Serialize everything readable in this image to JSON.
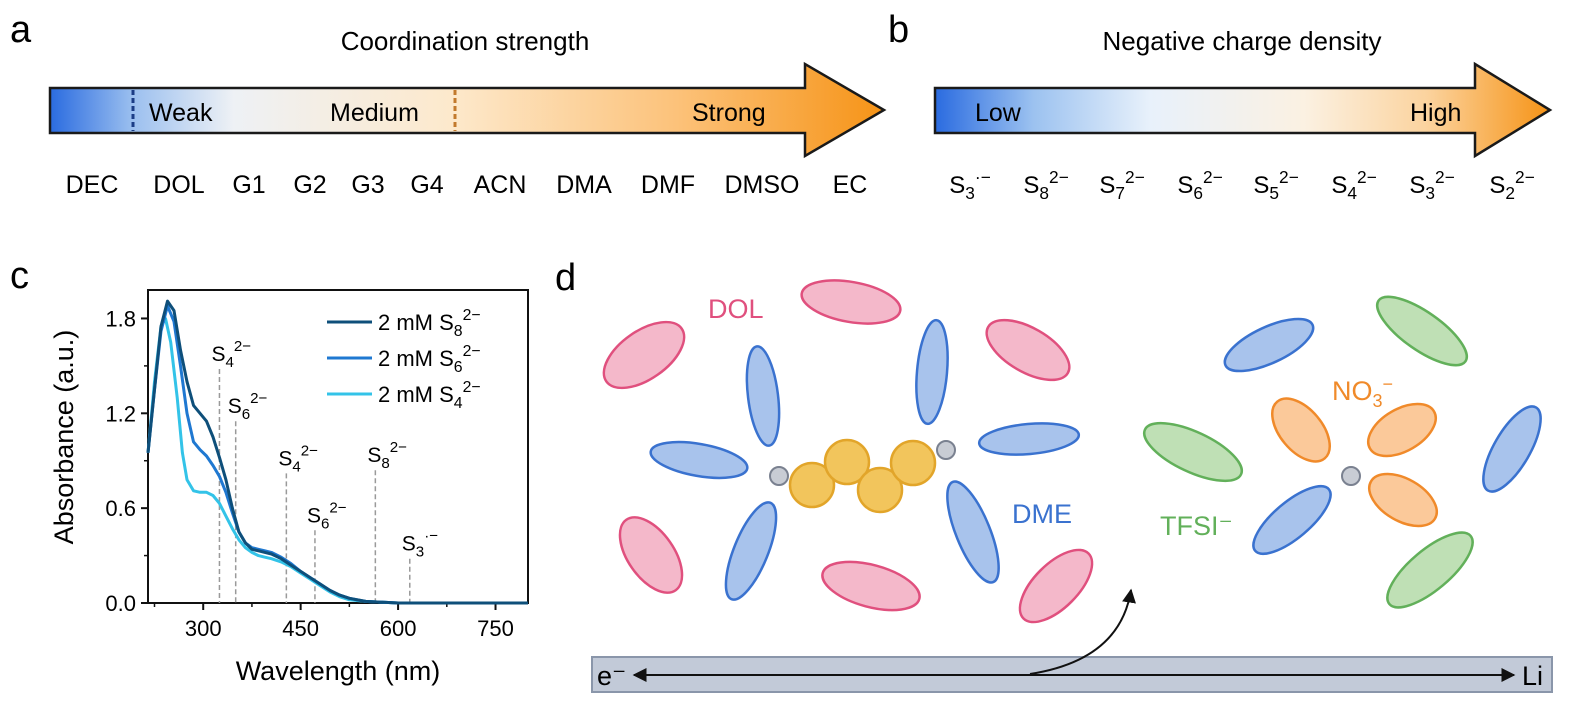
{
  "panel_labels": {
    "a": "a",
    "b": "b",
    "c": "c",
    "d": "d"
  },
  "panel_a": {
    "title": "Coordination strength",
    "levels": [
      "Weak",
      "Medium",
      "Strong"
    ],
    "solvents": [
      "DEC",
      "DOL",
      "G1",
      "G2",
      "G3",
      "G4",
      "ACN",
      "DMA",
      "DMF",
      "DMSO",
      "EC"
    ],
    "colors": {
      "low": "#2f6fe0",
      "mid": "#eeeeee",
      "high": "#f79a1e"
    }
  },
  "panel_b": {
    "title": "Negative charge density",
    "low_label": "Low",
    "high_label": "High",
    "species": [
      {
        "base": "S",
        "sub": "3",
        "sup": "·−"
      },
      {
        "base": "S",
        "sub": "8",
        "sup": "2−"
      },
      {
        "base": "S",
        "sub": "7",
        "sup": "2−"
      },
      {
        "base": "S",
        "sub": "6",
        "sup": "2−"
      },
      {
        "base": "S",
        "sub": "5",
        "sup": "2−"
      },
      {
        "base": "S",
        "sub": "4",
        "sup": "2−"
      },
      {
        "base": "S",
        "sub": "3",
        "sup": "2−"
      },
      {
        "base": "S",
        "sub": "2",
        "sup": "2−"
      }
    ]
  },
  "chart_data": {
    "type": "line",
    "xlabel": "Wavelength (nm)",
    "ylabel": "Absorbance (a.u.)",
    "xlim": [
      215,
      800
    ],
    "ylim": [
      0,
      1.98
    ],
    "xticks": [
      300,
      450,
      600,
      750
    ],
    "yticks": [
      0.0,
      0.6,
      1.2,
      1.8
    ],
    "ytick_labels": [
      "0.0",
      "0.6",
      "1.2",
      "1.8"
    ],
    "legend_position": "top-right",
    "series": [
      {
        "name": "2 mM S8 2−",
        "legend": {
          "text": "2 mM S",
          "sub": "8",
          "sup": "2−"
        },
        "color": "#0e4f7a",
        "points": [
          [
            215,
            0.95
          ],
          [
            225,
            1.35
          ],
          [
            235,
            1.75
          ],
          [
            245,
            1.91
          ],
          [
            255,
            1.85
          ],
          [
            265,
            1.6
          ],
          [
            275,
            1.4
          ],
          [
            285,
            1.25
          ],
          [
            295,
            1.2
          ],
          [
            305,
            1.15
          ],
          [
            315,
            1.05
          ],
          [
            325,
            0.92
          ],
          [
            335,
            0.78
          ],
          [
            345,
            0.6
          ],
          [
            355,
            0.45
          ],
          [
            365,
            0.38
          ],
          [
            375,
            0.34
          ],
          [
            385,
            0.33
          ],
          [
            395,
            0.32
          ],
          [
            405,
            0.31
          ],
          [
            420,
            0.28
          ],
          [
            435,
            0.24
          ],
          [
            450,
            0.2
          ],
          [
            465,
            0.16
          ],
          [
            480,
            0.12
          ],
          [
            495,
            0.08
          ],
          [
            510,
            0.05
          ],
          [
            525,
            0.03
          ],
          [
            550,
            0.01
          ],
          [
            600,
            0.0
          ],
          [
            800,
            0.0
          ]
        ]
      },
      {
        "name": "2 mM S6 2−",
        "legend": {
          "text": "2 mM S",
          "sub": "6",
          "sup": "2−"
        },
        "color": "#1f78d1",
        "points": [
          [
            215,
            0.95
          ],
          [
            225,
            1.35
          ],
          [
            235,
            1.72
          ],
          [
            245,
            1.88
          ],
          [
            255,
            1.78
          ],
          [
            265,
            1.5
          ],
          [
            275,
            1.2
          ],
          [
            285,
            1.02
          ],
          [
            295,
            0.97
          ],
          [
            305,
            0.93
          ],
          [
            315,
            0.87
          ],
          [
            325,
            0.8
          ],
          [
            335,
            0.7
          ],
          [
            345,
            0.57
          ],
          [
            355,
            0.45
          ],
          [
            365,
            0.38
          ],
          [
            375,
            0.35
          ],
          [
            385,
            0.34
          ],
          [
            395,
            0.33
          ],
          [
            405,
            0.32
          ],
          [
            420,
            0.29
          ],
          [
            435,
            0.25
          ],
          [
            450,
            0.2
          ],
          [
            465,
            0.16
          ],
          [
            480,
            0.12
          ],
          [
            495,
            0.08
          ],
          [
            510,
            0.05
          ],
          [
            525,
            0.03
          ],
          [
            550,
            0.01
          ],
          [
            600,
            0.0
          ],
          [
            800,
            0.0
          ]
        ]
      },
      {
        "name": "2 mM S4 2−",
        "legend": {
          "text": "2 mM S",
          "sub": "4",
          "sup": "2−"
        },
        "color": "#33c3e8",
        "points": [
          [
            215,
            0.95
          ],
          [
            225,
            1.4
          ],
          [
            235,
            1.75
          ],
          [
            242,
            1.8
          ],
          [
            250,
            1.65
          ],
          [
            260,
            1.3
          ],
          [
            268,
            0.95
          ],
          [
            275,
            0.78
          ],
          [
            285,
            0.71
          ],
          [
            295,
            0.7
          ],
          [
            305,
            0.7
          ],
          [
            315,
            0.68
          ],
          [
            325,
            0.63
          ],
          [
            335,
            0.55
          ],
          [
            345,
            0.47
          ],
          [
            355,
            0.4
          ],
          [
            365,
            0.35
          ],
          [
            375,
            0.32
          ],
          [
            385,
            0.3
          ],
          [
            395,
            0.29
          ],
          [
            405,
            0.28
          ],
          [
            420,
            0.26
          ],
          [
            435,
            0.23
          ],
          [
            450,
            0.19
          ],
          [
            465,
            0.15
          ],
          [
            480,
            0.11
          ],
          [
            495,
            0.07
          ],
          [
            510,
            0.04
          ],
          [
            525,
            0.02
          ],
          [
            550,
            0.01
          ],
          [
            600,
            0.0
          ],
          [
            800,
            0.0
          ]
        ]
      }
    ],
    "annotations": [
      {
        "x": 325,
        "top": 1.48,
        "base": "S",
        "sub": "4",
        "sup": "2−"
      },
      {
        "x": 350,
        "top": 1.15,
        "base": "S",
        "sub": "6",
        "sup": "2−"
      },
      {
        "x": 428,
        "top": 0.82,
        "base": "S",
        "sub": "4",
        "sup": "2−"
      },
      {
        "x": 472,
        "top": 0.46,
        "base": "S",
        "sub": "6",
        "sup": "2−"
      },
      {
        "x": 565,
        "top": 0.84,
        "base": "S",
        "sub": "8",
        "sup": "2−"
      },
      {
        "x": 618,
        "top": 0.28,
        "base": "S",
        "sub": "3",
        "sup": "·−"
      }
    ]
  },
  "panel_d": {
    "dol_label": "DOL",
    "dme_label": "DME",
    "tfsi_label": "TFSI⁻",
    "no3": {
      "base": "NO",
      "sub": "3",
      "sup": "−"
    },
    "electrode_left": "e⁻",
    "electrode_right": "Li",
    "colors": {
      "dol_fill": "#f4b8ca",
      "dol_stroke": "#e0507e",
      "dme_fill": "#a8c3ec",
      "dme_stroke": "#3a72cf",
      "tfsi_fill": "#bfe0b5",
      "tfsi_stroke": "#62b05a",
      "no3_fill": "#fbc99a",
      "no3_stroke": "#f08a2a",
      "sulfur_fill": "#f2c55c",
      "sulfur_stroke": "#e2a52a",
      "li_fill": "#c8ccd4",
      "li_stroke": "#7a8190",
      "electrode_fill": "#c2cad8",
      "electrode_stroke": "#8a96aa"
    }
  }
}
